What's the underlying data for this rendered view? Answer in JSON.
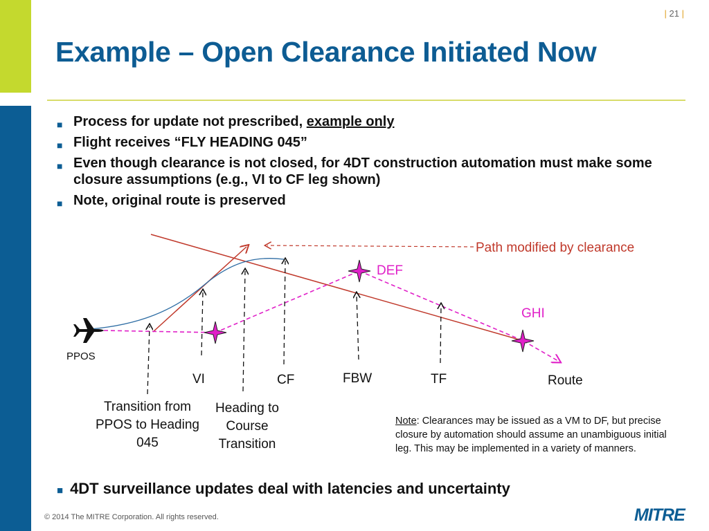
{
  "slide": {
    "page_number": "21",
    "title": "Example – Open Clearance Initiated Now",
    "bullets": {
      "b1_text": "Process for update not prescribed, ",
      "b1_link": "example only",
      "b2": "Flight receives “FLY HEADING 045”",
      "b3": "Even though clearance is not closed, for 4DT construction automation must make some closure assumptions (e.g., VI  to CF leg shown)",
      "b4": "Note, original route is preserved"
    },
    "diagram": {
      "ppos": "PPOS",
      "path_modified": "Path modified by clearance",
      "def": "DEF",
      "ghi": "GHI",
      "vi": "VI",
      "cf": "CF",
      "fbw": "FBW",
      "tf": "TF",
      "route": "Route",
      "transition": "Transition from PPOS to Heading 045",
      "heading_course": "Heading to Course Transition"
    },
    "note": {
      "label": "Note",
      "text": ": Clearances may be issued as a VM to DF, but precise closure by automation should assume an unambiguous initial leg.  This may be implemented in a variety of manners."
    },
    "bottom_bullet": "4DT surveillance updates deal with latencies and uncertainty",
    "copyright": "© 2014 The MITRE Corporation. All rights reserved.",
    "logo_text": "MITRE"
  },
  "colors": {
    "title_blue": "#0d5c93",
    "route_red": "#c0392b",
    "magenta": "#e020c8",
    "curve_blue": "#2e6da4",
    "accent_green": "#c4d92e"
  }
}
